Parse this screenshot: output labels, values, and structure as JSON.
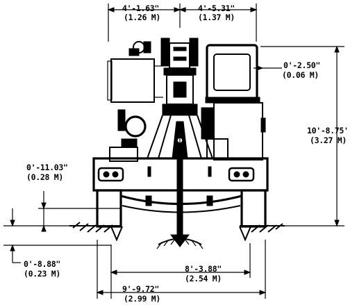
{
  "dimensions": {
    "top_left": {
      "imperial": "4'-1.63\"",
      "metric": "(1.26 M)"
    },
    "top_right": {
      "imperial": "4'-5.31\"",
      "metric": "(1.37 M)"
    },
    "cab_offset": {
      "imperial": "0'-2.50\"",
      "metric": "(0.06 M)"
    },
    "overall_height": {
      "imperial": "10'-8.75'",
      "metric": "(3.27 M)"
    },
    "ground_clearance": {
      "imperial": "0'-11.03\"",
      "metric": "(0.28 M)"
    },
    "below_grade": {
      "imperial": "0'-8.88\"",
      "metric": "(0.23 M)"
    },
    "track_gauge": {
      "imperial": "8'-3.88\"",
      "metric": "(2.54 M)"
    },
    "overall_width": {
      "imperial": "9'-9.72\"",
      "metric": "(2.99 M)"
    }
  }
}
